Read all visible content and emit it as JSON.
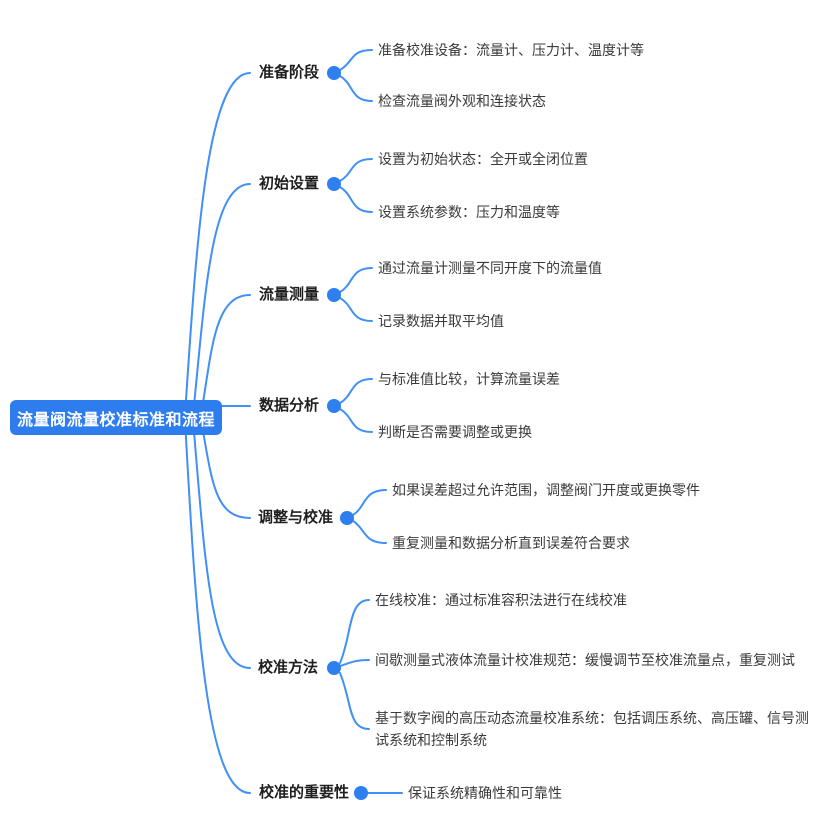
{
  "root": {
    "label": "流量阀流量校准标准和流程"
  },
  "branches": [
    {
      "label": "准备阶段",
      "children": [
        "准备校准设备：流量计、压力计、温度计等",
        "检查流量阀外观和连接状态"
      ]
    },
    {
      "label": "初始设置",
      "children": [
        "设置为初始状态：全开或全闭位置",
        "设置系统参数：压力和温度等"
      ]
    },
    {
      "label": "流量测量",
      "children": [
        "通过流量计测量不同开度下的流量值",
        "记录数据并取平均值"
      ]
    },
    {
      "label": "数据分析",
      "children": [
        "与标准值比较，计算流量误差",
        "判断是否需要调整或更换"
      ]
    },
    {
      "label": "调整与校准",
      "children": [
        "如果误差超过允许范围，调整阀门开度或更换零件",
        "重复测量和数据分析直到误差符合要求"
      ]
    },
    {
      "label": "校准方法",
      "children": [
        "在线校准：通过标准容积法进行在线校准",
        "间歇测量式液体流量计校准规范：缓慢调节至校准流量点，重复测试",
        "基于数字阀的高压动态流量校准系统：包括调压系统、高压罐、信号测试系统和控制系统"
      ]
    },
    {
      "label": "校准的重要性",
      "children": [
        "保证系统精确性和可靠性"
      ]
    }
  ],
  "colors": {
    "connector": "#4090F7",
    "node_dot": "#2E7FF0",
    "root_bg": "#2E7DEF",
    "root_text": "#FFFFFF"
  }
}
